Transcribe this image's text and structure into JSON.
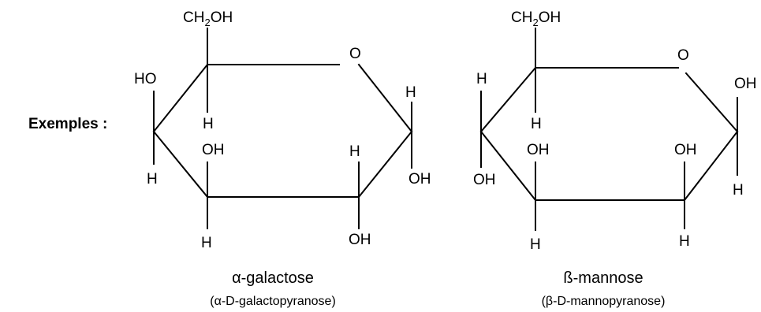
{
  "heading": "Exemples :",
  "galactose": {
    "name": "α-galactose",
    "full_name": "(α-D-galactopyranose)",
    "atoms": {
      "ch2oh_main": "CH",
      "ch2oh_sub": "2",
      "ch2oh_tail": "OH",
      "ring_o": "O",
      "c1_top": "H",
      "c1_bottom": "OH",
      "c2_top": "H",
      "c2_bottom": "OH",
      "c3_top": "OH",
      "c3_bottom": "H",
      "c4_top": "HO",
      "c4_bottom": "H",
      "c5_bottom": "H"
    }
  },
  "mannose": {
    "name": "ß-mannose",
    "full_name": "(β-D-mannopyranose)",
    "atoms": {
      "ch2oh_main": "CH",
      "ch2oh_sub": "2",
      "ch2oh_tail": "OH",
      "ring_o": "O",
      "c1_top": "OH",
      "c1_bottom": "H",
      "c2_top": "OH",
      "c2_bottom": "H",
      "c3_top": "OH",
      "c3_bottom": "H",
      "c4_top": "H",
      "c4_bottom": "OH",
      "c5_bottom": "H"
    }
  }
}
